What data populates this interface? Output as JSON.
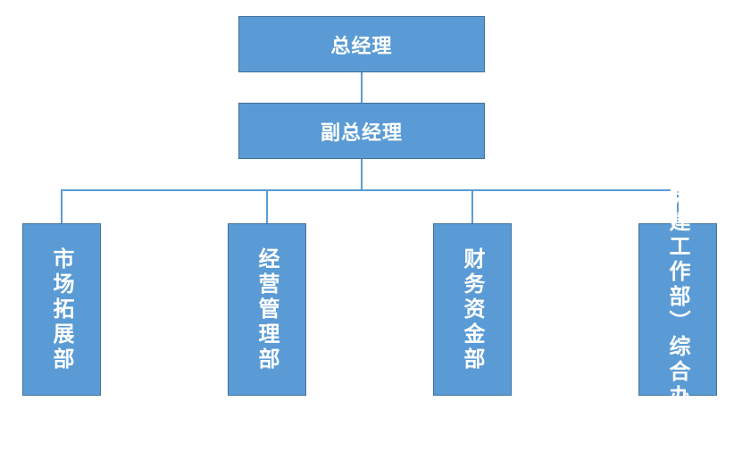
{
  "org_chart": {
    "top": {
      "label": "总经理"
    },
    "deputy": {
      "label": "副总经理"
    },
    "departments": [
      {
        "label": "市场拓展部"
      },
      {
        "label": "经营管理部"
      },
      {
        "label": "财务资金部"
      },
      {
        "label": "综合办公室",
        "note": "（党建工作部）"
      }
    ]
  },
  "colors": {
    "box_fill": "#5b9bd5",
    "box_border": "#41719c",
    "connector": "#5b9bd5",
    "text": "#ffffff"
  }
}
